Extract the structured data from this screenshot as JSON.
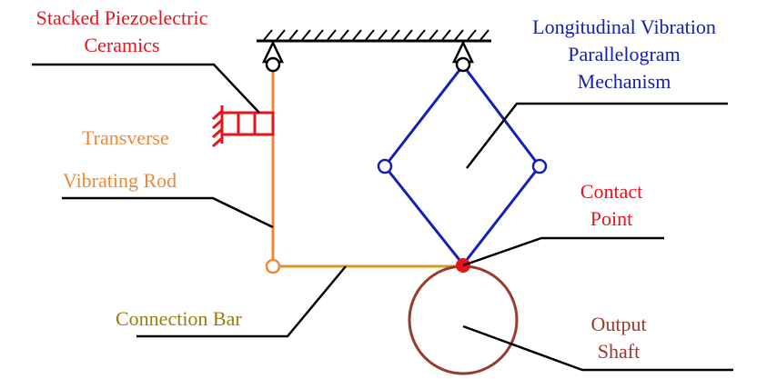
{
  "colors": {
    "red": "#e8141b",
    "orange": "#ec8a3a",
    "blue": "#1420b4",
    "olive": "#9a7a12",
    "brown": "#9a3a2e",
    "black": "#000000",
    "gold": "#d89a1c"
  },
  "labels": {
    "stacked_piezo_line1": "Stacked Piezoelectric",
    "stacked_piezo_line2": "Ceramics",
    "transverse": "Transverse",
    "vibrating_rod": "Vibrating Rod",
    "longitudinal_line1": "Longitudinal Vibration",
    "longitudinal_line2": "Parallelogram",
    "longitudinal_line3": "Mechanism",
    "contact_line1": "Contact",
    "contact_line2": "Point",
    "connection_bar": "Connection Bar",
    "output_line1": "Output",
    "output_line2": "Shaft"
  }
}
